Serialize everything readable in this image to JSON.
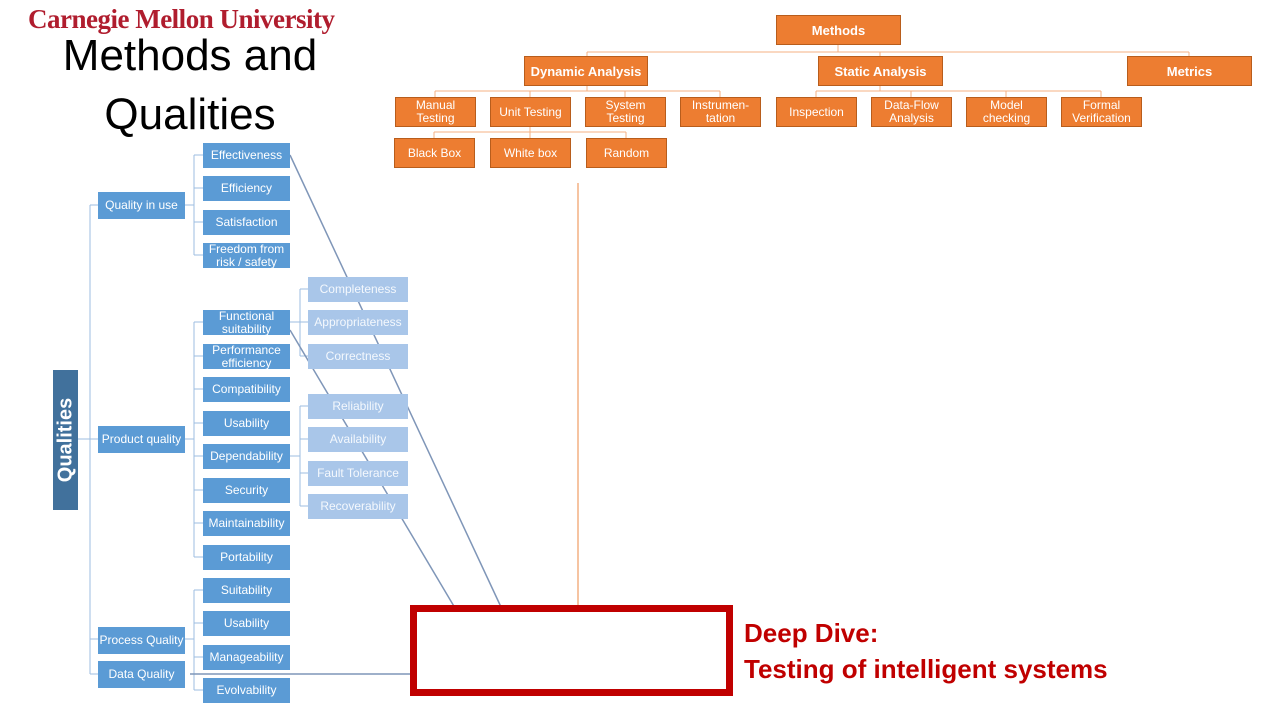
{
  "header": {
    "university": "Carnegie Mellon University",
    "title_line1": "Methods and",
    "title_line2": "Qualities"
  },
  "qualities": {
    "root": "Qualities",
    "quality_in_use": {
      "label": "Quality in use",
      "items": [
        "Effectiveness",
        "Efficiency",
        "Satisfaction",
        "Freedom from risk / safety"
      ]
    },
    "product_quality": {
      "label": "Product quality",
      "items": [
        "Functional suitability",
        "Performance efficiency",
        "Compatibility",
        "Usability",
        "Dependability",
        "Security",
        "Maintainability",
        "Portability"
      ],
      "functional_sub": [
        "Completeness",
        "Appropriateness",
        "Correctness"
      ],
      "dependability_sub": [
        "Reliability",
        "Availability",
        "Fault Tolerance",
        "Recoverability"
      ]
    },
    "process_quality": {
      "label": "Process Quality",
      "items": [
        "Suitability",
        "Usability",
        "Manageability",
        "Evolvability"
      ]
    },
    "data_quality": {
      "label": "Data Quality"
    }
  },
  "methods": {
    "root": "Methods",
    "dynamic": {
      "label": "Dynamic Analysis",
      "items": [
        "Manual Testing",
        "Unit Testing",
        "System Testing",
        "Instrumen-tation"
      ],
      "unit_sub": [
        "Black Box",
        "White box",
        "Random"
      ]
    },
    "static": {
      "label": "Static Analysis",
      "items": [
        "Inspection",
        "Data-Flow Analysis",
        "Model checking",
        "Formal Verification"
      ]
    },
    "metrics": {
      "label": "Metrics"
    }
  },
  "deep_dive": {
    "line1": "Deep Dive:",
    "line2": "Testing of intelligent systems"
  },
  "colors": {
    "quality_box": "#5b9bd5",
    "quality_sub_box": "#a9c6e9",
    "quality_root": "#41719c",
    "method_box": "#ed7d31",
    "accent_red": "#c00000",
    "cmu_red": "#b01d2e"
  }
}
